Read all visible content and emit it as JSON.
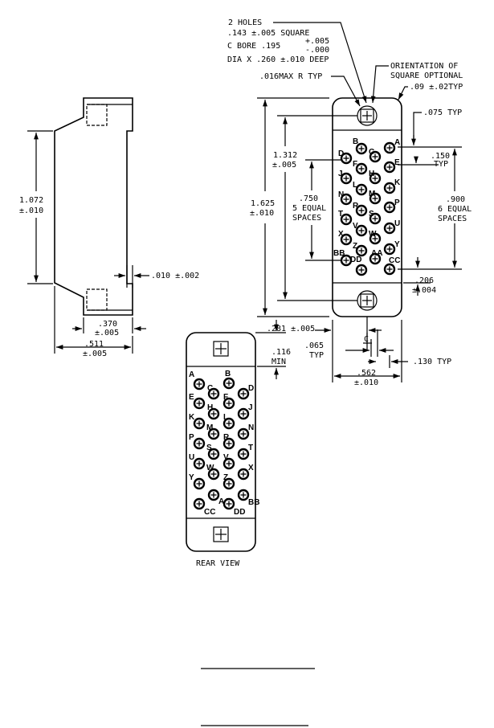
{
  "side_view": {
    "height_dim": [
      "1.072",
      "±.010"
    ],
    "gap_dim": ".010 ±.002",
    "body_dim": [
      ".370",
      "±.005"
    ],
    "width_dim": [
      ".511",
      "±.005"
    ]
  },
  "front_view": {
    "holes_note": [
      "2 HOLES",
      ".143 ±.005 SQUARE",
      "C BORE .195",
      "+.005",
      "-.000",
      "DIA X .260 ±.010 DEEP"
    ],
    "orientation_note": [
      "ORIENTATION OF",
      "SQUARE OPTIONAL"
    ],
    "radius_note": ".016MAX R TYP",
    "corner_note": ".09 ±.02TYP",
    "typ_075": ".075 TYP",
    "dim_150": [
      ".150",
      "TYP"
    ],
    "dim_1312": [
      "1.312",
      "±.005"
    ],
    "dim_1625": [
      "1.625",
      "±.010"
    ],
    "dim_750": [
      ".750",
      "5 EQUAL",
      "SPACES"
    ],
    "dim_900": [
      ".900",
      "6 EQUAL",
      "SPACES"
    ],
    "dim_206": [
      ".206",
      "±.004"
    ],
    "dim_281": ".281 ±.005",
    "dim_116": [
      ".116",
      "MIN"
    ],
    "dim_065": [
      ".065",
      "TYP"
    ],
    "centerline": "C",
    "dim_130": ".130 TYP",
    "dim_562": [
      ".562",
      "±.010"
    ],
    "pins": {
      "A": "A",
      "B": "B",
      "C": "C",
      "D": "D",
      "E": "E",
      "F": "F",
      "H": "H",
      "J": "J",
      "K": "K",
      "L": "L",
      "M": "M",
      "N": "N",
      "P": "P",
      "R": "R",
      "S": "S",
      "T": "T",
      "U": "U",
      "V": "V",
      "W": "W",
      "X": "X",
      "Y": "Y",
      "Z": "Z",
      "AA": "AA",
      "BB": "BB",
      "CC": "CC",
      "DD": "DD"
    }
  },
  "rear_view": {
    "caption": "REAR VIEW"
  }
}
